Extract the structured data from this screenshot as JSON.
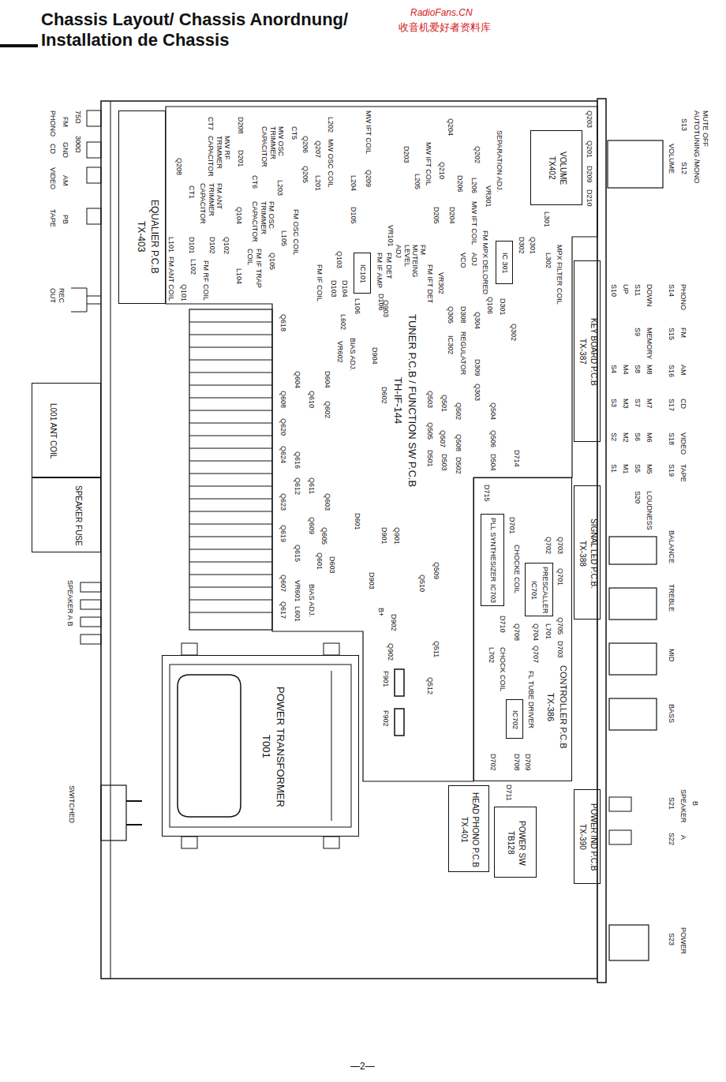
{
  "diagram": {
    "title": "Chassis Layout/ Chassis Anordnung/ Installation de Chassis",
    "nodes": [
      {
        "text": [
          "TX-403",
          "EQUALIER P.C.B"
        ]
      },
      {
        "text": [
          "TH-IF-144",
          "TUNER P.C.B / FUNCTION SW P.C.B"
        ]
      },
      {
        "text": [
          "IC101"
        ],
        "in": 1
      },
      {
        "text": [
          "IC 301"
        ],
        "in": 1
      },
      {
        "text": [
          "TX402",
          "VOLUME"
        ],
        "in": 1
      },
      {
        "text": [
          "TX-387",
          "KEY BOARD P.C.B"
        ]
      },
      {
        "text": [
          "TX-388",
          "SIGNAL LED P.C.B."
        ]
      },
      {
        "text": [
          "TX-386",
          "CONTROLLER P.C.B"
        ]
      },
      {
        "text": [
          "PLL SYNTHESIZER",
          "IC703"
        ],
        "in": 7
      },
      {
        "text": [
          "IC701",
          "PRESCALLER"
        ],
        "in": 7
      },
      {
        "text": [
          "IC702"
        ],
        "in": 7
      },
      {
        "text": [
          "TX-401",
          "HEAD PHONO P.C.B"
        ]
      },
      {
        "text": [
          "TB128",
          "POWER SW"
        ]
      },
      {
        "text": [
          "TX-390",
          "POWER IND P.C.B"
        ]
      },
      {
        "text": [
          "T001",
          "POWER TRANSFORMER"
        ]
      },
      {
        "text": [
          "L001 ANT COIL"
        ]
      },
      {
        "text": [
          "SPEAKER FUSE"
        ]
      }
    ],
    "labels": [
      "TAPE",
      "PB",
      "VIDEO",
      "AM",
      "CD",
      "GND",
      "PHONO",
      "FM",
      "75Ω",
      "300Ω",
      "REC OUT",
      "SPEAKER A B",
      "SWITCHED",
      "VOLUME",
      "S13",
      "S12",
      "MUTE OFF AUTOTUNING /MONO",
      "S10",
      "UP",
      "S11",
      "DOWN",
      "S14",
      "PHONO",
      "S9",
      "MEMORY",
      "S15",
      "FM",
      "S4",
      "M4",
      "S8",
      "M8",
      "S16",
      "AM",
      "S3",
      "M3",
      "S7",
      "M7",
      "S17",
      "CD",
      "S2",
      "M2",
      "S6",
      "M6",
      "S18",
      "VIDEO",
      "S1",
      "M1",
      "S5",
      "M5",
      "S19",
      "TAPE",
      "S20",
      "LOUDNESS",
      "BALANCE",
      "TREBLE",
      "MID",
      "BASS",
      "S21",
      "SPEAKER",
      "B",
      "S22",
      "A",
      "S23",
      "POWER",
      "Q208",
      "L101",
      "FM ANT COIL",
      "Q101",
      "CT1",
      "FM ANT TRIMMER CAPACITOR",
      "D101",
      "L102",
      "FM RF COIL",
      "D102",
      "Q102",
      "CT7",
      "MW RF TRIMMER CAPACITOR",
      "D208",
      "D201",
      "CT6",
      "MW OSC TRIMMER CAPACITOR",
      "CT5",
      "L203",
      "FM OSC TRIMMER CAPACITOR",
      "Q104",
      "L104",
      "FM IF TRAP COIL",
      "Q105",
      "L105",
      "FM OSC COIL",
      "Q206",
      "Q205",
      "Q207",
      "L201",
      "L202",
      "MW OSC COIL",
      "FM IF COIL",
      "Q103",
      "D103",
      "D104",
      "L204",
      "D105",
      "MW IFT COIL",
      "Q209",
      "FM IF AMP",
      "FM DET",
      "VR101",
      "D106",
      "L106",
      "FM MUTEING LEVEL ADJ",
      "D203",
      "L205",
      "MW IFT COIL",
      "Q210",
      "D205",
      "D204",
      "FM IFT DET",
      "VR302",
      "Q204",
      "Q202",
      "D206",
      "L206",
      "MW IFT COIL",
      "VR301",
      "SEPARATION ADJ.",
      "VCO",
      "ADJ",
      "FM MPX DELORED",
      "D302",
      "Q301",
      "L301",
      "L302",
      "MPX FILTER COIL",
      "Q106",
      "Q203",
      "Q201",
      "D209",
      "D210",
      "Q618",
      "L602",
      "Q903",
      "VR602",
      "BIAS ADJ.",
      "D904",
      "Q604",
      "D604",
      "Q610",
      "Q602",
      "D602",
      "Q608",
      "Q620",
      "Q624",
      "Q616",
      "Q612",
      "Q611",
      "Q623",
      "Q603",
      "D601",
      "Q619",
      "Q609",
      "Q605",
      "Q615",
      "Q601",
      "D603",
      "Q607",
      "VR601",
      "BIAS ADJ.",
      "L601",
      "Q617",
      "D901",
      "Q901",
      "D903",
      "B+",
      "D902",
      "Q902",
      "F901",
      "F902",
      "Q305",
      "D308",
      "Q304",
      "D301",
      "Q302",
      "IC302",
      "REGULATOR",
      "D309",
      "Q303",
      "Q503",
      "Q501",
      "Q502",
      "Q504",
      "Q505",
      "Q507",
      "Q508",
      "Q506",
      "D501",
      "D503",
      "D502",
      "D504",
      "D714",
      "Q510",
      "Q509",
      "Q511",
      "Q512",
      "D715",
      "D701",
      "CHOCKE COIL",
      "Q702",
      "Q703",
      "Q701",
      "Q705",
      "L701",
      "D703",
      "Q704",
      "Q707",
      "Q708",
      "L702",
      "CHOCK COIL",
      "FL TUBE DRIVER",
      "D702",
      "D708",
      "D709",
      "D711",
      "D710",
      "RadioFans.CN",
      "收音机爱好者资料库",
      "—2—"
    ]
  }
}
